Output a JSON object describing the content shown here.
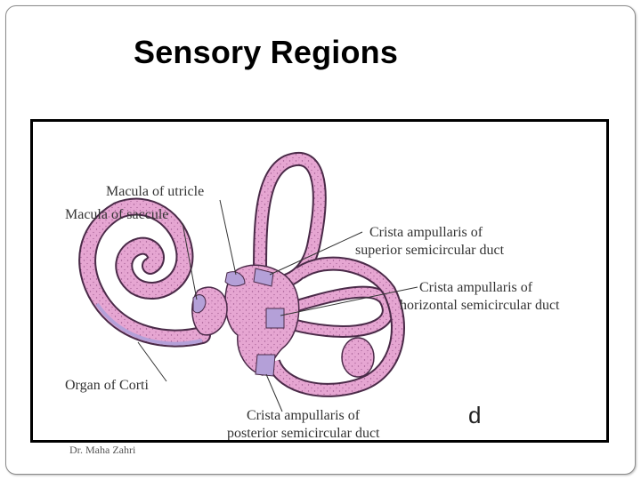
{
  "slide": {
    "title": "Sensory Regions",
    "footer": "Dr. Maha Zahri"
  },
  "diagram": {
    "panel_letter": "d",
    "labels": {
      "macula_utricle": "Macula of utricle",
      "macula_saccule": "Macula of saccule",
      "crista_superior_1": "Crista ampullaris of",
      "crista_superior_2": "superior semicircular duct",
      "crista_horizontal_1": "Crista ampullaris of",
      "crista_horizontal_2": "horizontal semicircular duct",
      "organ_corti": "Organ of Corti",
      "crista_posterior_1": "Crista ampullaris of",
      "crista_posterior_2": "posterior semicircular duct"
    },
    "colors": {
      "labyrinth_pink": "#e6a6d2",
      "outline": "#4a2a48",
      "sensory_region": "#b4a0d8"
    }
  }
}
